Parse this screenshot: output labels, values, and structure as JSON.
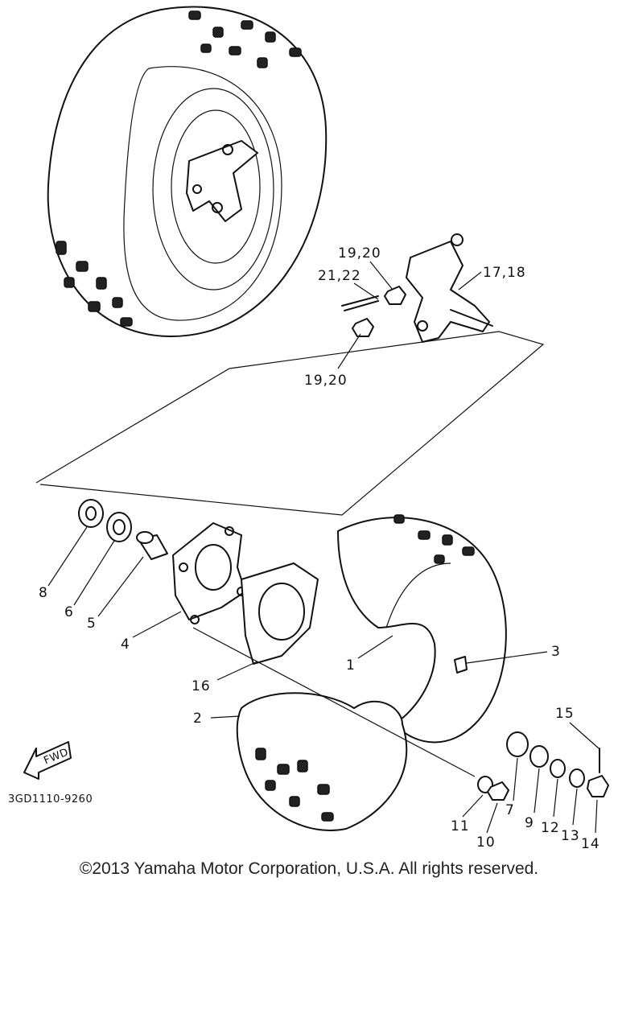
{
  "callouts": {
    "c1": "1",
    "c2": "2",
    "c3": "3",
    "c4": "4",
    "c5": "5",
    "c6": "6",
    "c7": "7",
    "c8": "8",
    "c9": "9",
    "c10": "10",
    "c11": "11",
    "c12": "12",
    "c13": "13",
    "c14": "14",
    "c15": "15",
    "c16": "16",
    "c17_18": "17,18",
    "c19_20_top": "19,20",
    "c19_20_bottom": "19,20",
    "c21_22": "21,22"
  },
  "fwd_label": "FWD",
  "diagram_code": "3GD1110-9260",
  "copyright": "©2013 Yamaha Motor Corporation, U.S.A. All rights reserved."
}
